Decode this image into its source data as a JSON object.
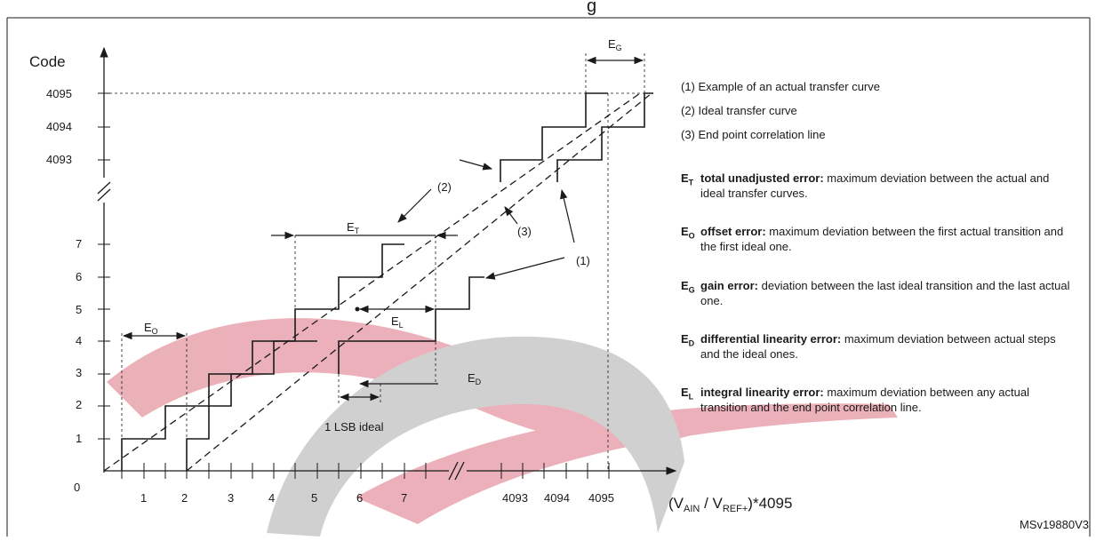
{
  "header": {
    "fragment": "g"
  },
  "y_axis": {
    "label": "Code",
    "ticks_low": [
      "1",
      "2",
      "3",
      "4",
      "5",
      "6",
      "7"
    ],
    "ticks_high": [
      "4093",
      "4094",
      "4095"
    ],
    "origin": "0"
  },
  "x_axis": {
    "label_main": "(V",
    "label_sub1": "AIN",
    "label_mid": " / V",
    "label_sub2": "REF+",
    "label_end": ")*4095",
    "ticks_low": [
      "1",
      "2",
      "3",
      "4",
      "5",
      "6",
      "7"
    ],
    "ticks_high": [
      "4093",
      "4094",
      "4095"
    ]
  },
  "annotations": {
    "ET": "E",
    "ET_sub": "T",
    "EO": "E",
    "EO_sub": "O",
    "EG": "E",
    "EG_sub": "G",
    "ED": "E",
    "ED_sub": "D",
    "EL": "E",
    "EL_sub": "L",
    "label_1": "(1)",
    "label_2": "(2)",
    "label_3": "(3)",
    "lsb": "1 LSB  ideal"
  },
  "legend": [
    "(1)  Example of an actual transfer curve",
    "(2)  Ideal transfer curve",
    "(3)  End point correlation line"
  ],
  "definitions": [
    {
      "sym": "E",
      "sub": "T",
      "term": "total unadjusted error:",
      "text": " maximum deviation between the actual and ideal transfer curves."
    },
    {
      "sym": "E",
      "sub": "O",
      "term": "offset error:",
      "text": " maximum deviation between the first actual transition and the first ideal one."
    },
    {
      "sym": "E",
      "sub": "G",
      "term": "gain error:",
      "text": " deviation between the last ideal transition and the last actual one."
    },
    {
      "sym": "E",
      "sub": "D",
      "term": "differential linearity error:",
      "text": " maximum deviation between actual steps and the ideal ones."
    },
    {
      "sym": "E",
      "sub": "L",
      "term": "integral linearity error:",
      "text": " maximum deviation between any actual transition and the end point correlation line."
    }
  ],
  "reference_id": "MSv19880V3",
  "colors": {
    "watermark_red": "#e8a3ad",
    "watermark_gray": "#c8c8c8",
    "line": "#1a1a1a"
  }
}
